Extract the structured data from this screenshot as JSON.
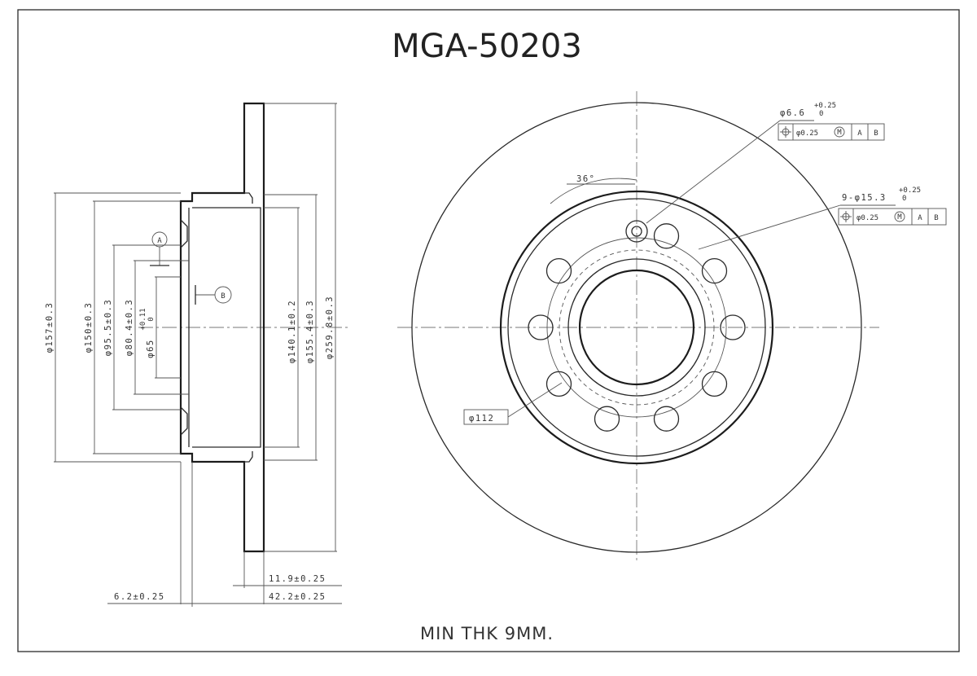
{
  "title": "MGA-50203",
  "note": "MIN THK 9MM.",
  "datums": [
    "A",
    "B"
  ],
  "side_view_dims": {
    "d157": "φ157±0.3",
    "d150": "φ150±0.3",
    "d95": "φ95.5±0.3",
    "d80": "φ80.4±0.3",
    "d65_base": "φ65",
    "d65_tol_upper": "+0.11",
    "d65_tol_lower": "0",
    "d140": "φ140.1±0.2",
    "d155": "φ155.4±0.3",
    "d259": "φ259.8±0.3",
    "t11": "11.9±0.25",
    "t42": "42.2±0.25",
    "t6": "6.2±0.25"
  },
  "front_view_dims": {
    "angle": "36°",
    "pcd": "φ112",
    "small_hole_base": "φ6.6",
    "small_hole_tol_upper": "+0.25",
    "small_hole_tol_lower": "0",
    "holes_base": "9-φ15.3",
    "holes_tol_upper": "+0.25",
    "holes_tol_lower": "0"
  },
  "frames": [
    {
      "tol": "φ0.25",
      "mod": "M",
      "a": "A",
      "b": "B"
    },
    {
      "tol": "φ0.25",
      "mod": "M",
      "a": "A",
      "b": "B"
    }
  ],
  "position_symbol": "position-icon"
}
